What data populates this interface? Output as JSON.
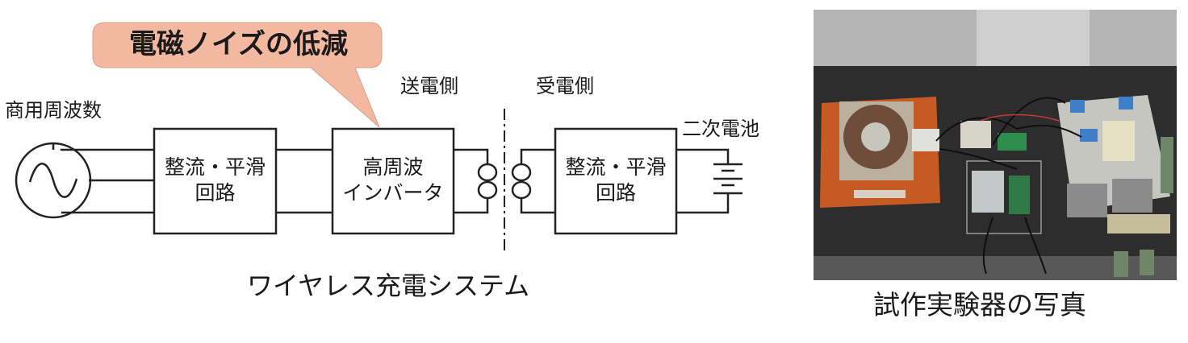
{
  "callout": {
    "label": "電磁ノイズの低減",
    "fill": "#f2b9a0"
  },
  "labels": {
    "source": "商用周波数",
    "tx_side": "送電側",
    "rx_side": "受電側",
    "battery": "二次電池"
  },
  "blocks": {
    "rectifier1": {
      "line1": "整流・平滑",
      "line2": "回路"
    },
    "inverter": {
      "line1": "高周波",
      "line2": "インバータ"
    },
    "rectifier2": {
      "line1": "整流・平滑",
      "line2": "回路"
    }
  },
  "captions": {
    "diagram": "ワイヤレス充電システム",
    "photo": "試作実験器の写真"
  }
}
